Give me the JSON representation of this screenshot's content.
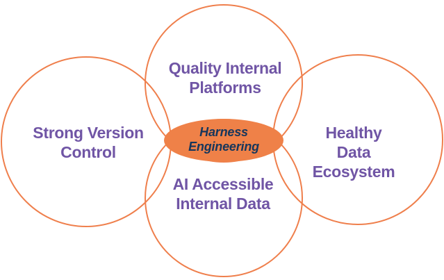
{
  "diagram": {
    "type": "venn",
    "center": {
      "label": "Harness\nEngineering",
      "fill_color": "#EF8148",
      "text_color": "#16365C"
    },
    "nodes": [
      {
        "id": "top",
        "label": "Quality Internal\nPlatforms"
      },
      {
        "id": "left",
        "label": "Strong Version\nControl"
      },
      {
        "id": "right",
        "label": "Healthy Data\nEcosystem"
      },
      {
        "id": "bottom",
        "label": "AI Accessible\nInternal Data"
      }
    ],
    "colors": {
      "circle_outline": "#EF7F4C",
      "label_text": "#7055A5",
      "background": "#FFFFFF"
    }
  }
}
